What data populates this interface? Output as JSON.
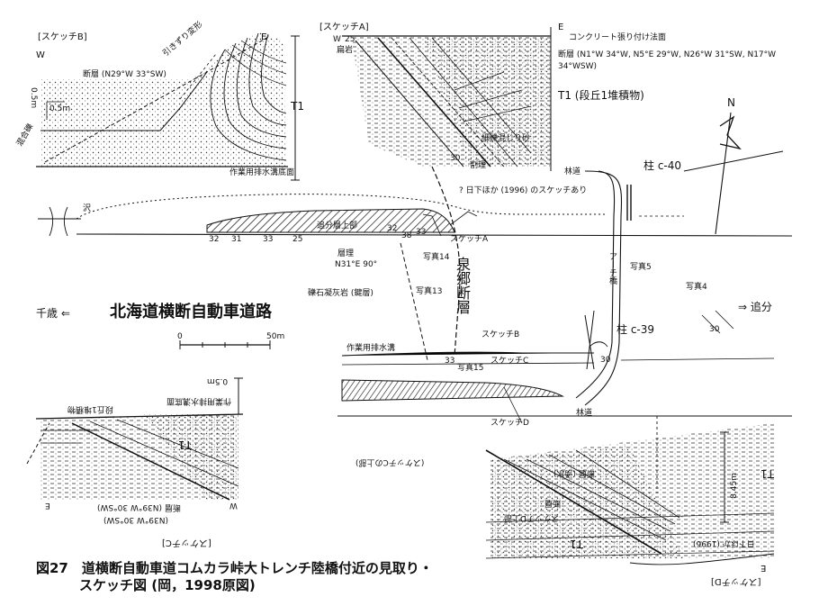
{
  "sketch_b": {
    "title": "[スケッチB]",
    "dir_w": "W",
    "dir_e": "E",
    "fault": "断層 (N29°W 33°SW)",
    "drag": "引きずり変形",
    "scale_v": "0.5m",
    "scale_h": "0.5m",
    "t1": "T1",
    "drain": "作業用排水溝底面",
    "debris": "混合礫"
  },
  "sketch_a": {
    "title": "[スケッチA]",
    "dir_w": "W",
    "dir_e": "E",
    "concrete": "コンクリート張り付け法面",
    "dip_25": "25",
    "bedrock": "扁岩",
    "fault": "断層 (N1°W 34°W, N5°E 29°W, N26°W 31°SW, N17°W 34°WSW)",
    "t1": "T1 (段丘1堆積物)",
    "gravel": "細礫混じり砂",
    "fracture": "割理",
    "dip_30": "30"
  },
  "plan": {
    "forest_road": "林道",
    "c40": "柱 c-40",
    "ref_1996": "? 日下ほか (1996) のスケッチあり",
    "sawa": "沢",
    "oiwake_upper": "追分層上部",
    "sketch_a": "スケッチA",
    "photo_14": "写真14",
    "fault_name": "泉郷断層",
    "photo_13": "写真13",
    "strike": "層理",
    "strike_val": "N31°E 90°",
    "conglomerate": "礫石凝灰岩 (鍵層)",
    "photo_5": "写真5",
    "arch": "アーチ橋",
    "photo_4": "写真4",
    "to_oiwake": "⇒ 追分",
    "chitose": "千歳 ⇐",
    "expressway": "北海道横断自動車道路",
    "scale_0": "0",
    "scale_50": "50m",
    "sketch_b": "スケッチB",
    "c39": "柱 c-39",
    "drain": "作業用排水溝",
    "photo_15": "写真15",
    "sketch_c": "スケッチC",
    "sketch_d": "スケッチD",
    "forest_road_2": "林道",
    "north": "N",
    "dips": [
      "32",
      "31",
      "33",
      "25",
      "32",
      "38",
      "33",
      "33",
      "30",
      "30"
    ]
  },
  "sketch_c": {
    "title": "[スケッチC]",
    "dir_w": "W",
    "dir_e": "E",
    "fault": "断層 (N39°W 30°SW)",
    "debris": "段丘1堆積物",
    "t1": "T1",
    "drain": "作業用排水溝底面",
    "scale": "0.5m",
    "note": "(N39°W 30°SW)"
  },
  "sketch_d": {
    "title": "[スケッチD]",
    "dir_e": "E",
    "t1": "T1",
    "t1b": "T1",
    "fault": "断層",
    "height": "8.45m",
    "note1": "(スケッチCの上部)",
    "note2": "断層 (湧水)",
    "note3": "スケッチD上部",
    "ref": "日下ほか (1996)"
  },
  "caption": {
    "line1": "図27　道横断自動車道コムカラ峠大トレンチ陸橋付近の見取り・",
    "line2": "スケッチ図 (岡，1998原図)"
  }
}
